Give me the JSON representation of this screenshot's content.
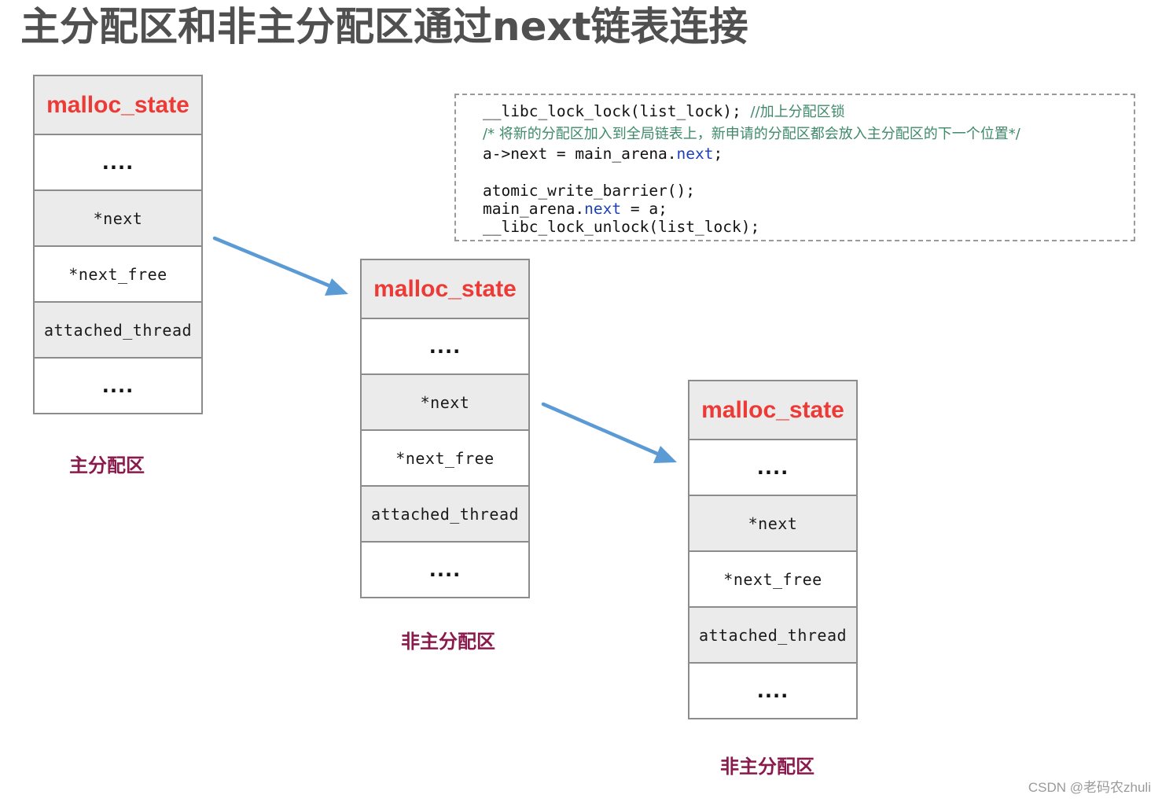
{
  "title": "主分配区和非主分配区通过next链表连接",
  "arenas": [
    {
      "header": "malloc_state",
      "rows": [
        "....",
        "*next",
        "*next_free",
        "attached_thread",
        "...."
      ],
      "caption": "主分配区"
    },
    {
      "header": "malloc_state",
      "rows": [
        "....",
        "*next",
        "*next_free",
        "attached_thread",
        "...."
      ],
      "caption": "非主分配区"
    },
    {
      "header": "malloc_state",
      "rows": [
        "....",
        "*next",
        "*next_free",
        "attached_thread",
        "...."
      ],
      "caption": "非主分配区"
    }
  ],
  "code": {
    "line1": "__libc_lock_lock(list_lock); ",
    "line1_comment": "//加上分配区锁",
    "line2_comment": "/* 将新的分配区加入到全局链表上，新申请的分配区都会放入主分配区的下一个位置*/",
    "line3_a": "a->next = main_arena.",
    "line3_kw": "next",
    "line3_b": ";",
    "line4": "atomic_write_barrier();",
    "line5_a": "main_arena.",
    "line5_kw": "next",
    "line5_b": " = a;",
    "line6": "__libc_lock_unlock(list_lock);"
  },
  "colors": {
    "header_red": "#ec3b36",
    "caption_purple": "#8a1a4b",
    "arrow_blue": "#5b9bd5",
    "comment_green": "#3e8a6a",
    "keyword_blue": "#1f3fb8",
    "row_shade": "#ebebeb",
    "border_gray": "#8c8c8c"
  },
  "watermark": "CSDN @老码农zhuli"
}
